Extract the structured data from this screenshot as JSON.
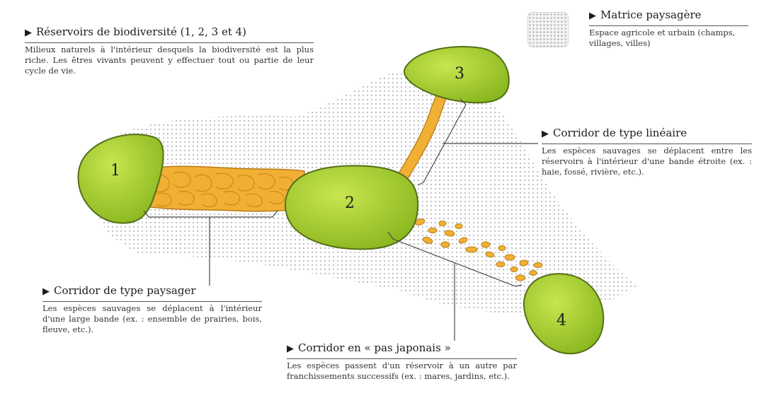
{
  "legend": {
    "matrice": {
      "title": "Matrice paysagère",
      "desc": "Espace agricole et urbain (champs, villages, villes)"
    },
    "reservoirs": {
      "title": "Réservoirs de biodiversité (1, 2, 3 et 4)",
      "desc": "Milieux naturels à l'intérieur desquels la biodiversité est la plus riche. Les êtres vivants peuvent y effectuer tout ou partie de leur cycle de vie."
    },
    "corridor_lineaire": {
      "title": "Corridor de type linéaire",
      "desc": "Les espèces sauvages se déplacent entre les réservoirs à l'intérieur d'une bande étroite (ex. : haie, fossé, rivière, etc.)."
    },
    "corridor_paysager": {
      "title": "Corridor de type paysager",
      "desc": "Les espèces sauvages se déplacent à l'intérieur d'une large bande (ex. : ensemble de prairies, bois, fleuve, etc.)."
    },
    "corridor_japonais": {
      "title": "Corridor en « pas japonais »",
      "desc": "Les espèces passent d'un réservoir à un autre par franchissements successifs (ex. : mares, jardins, etc.)."
    }
  },
  "reservoir_labels": [
    "1",
    "2",
    "3",
    "4"
  ],
  "colors": {
    "reservoir": "#a6cf2c",
    "reservoir_edge": "#557018",
    "corridor": "#f1b033",
    "corridor_edge": "#b87a14",
    "matrice_dots": "#9c9c9c"
  }
}
